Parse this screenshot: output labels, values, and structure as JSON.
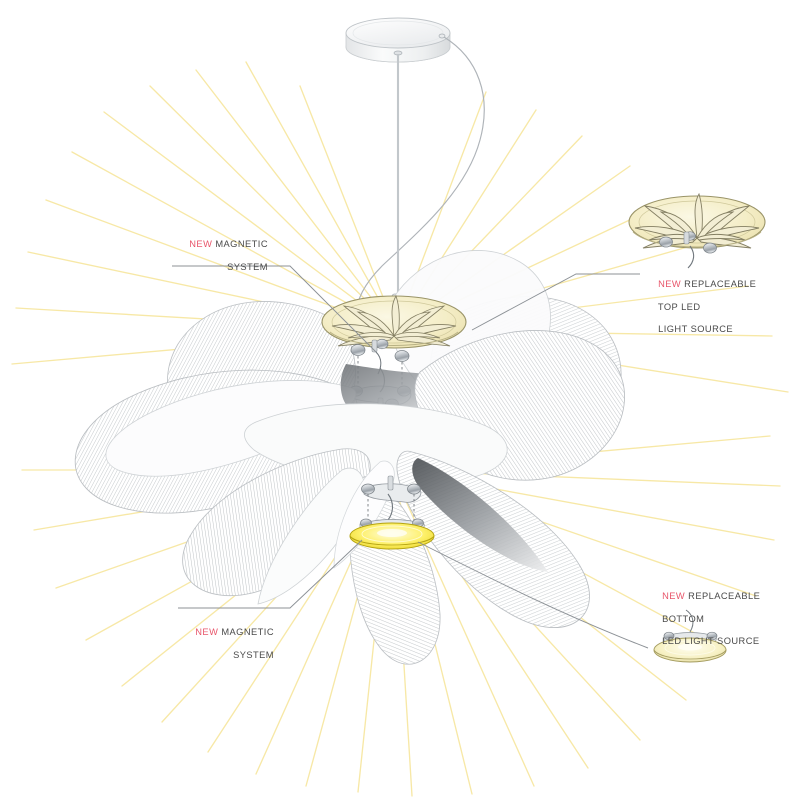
{
  "illustration": {
    "subject": "pendant-lamp-technical-diagram",
    "background": "#ffffff",
    "colors": {
      "new_tag": "#E8566B",
      "label_text": "#4a4a4a",
      "leader_line": "#8c8c8c",
      "light_ray": "#F7E9A0",
      "led_yellow": "#FBE94A",
      "dish_cream": "#F6F0CF",
      "chrome": "#C9CDD2",
      "petal_line": "#BFC3C6"
    }
  },
  "callouts": [
    {
      "id": "magnetic-system-top",
      "new": "NEW",
      "line1": " MAGNETIC",
      "line2": "SYSTEM",
      "position": "upper-left"
    },
    {
      "id": "replaceable-top-led",
      "new": "NEW",
      "line1": " REPLACEABLE",
      "line2": "TOP LED",
      "line3": "LIGHT SOURCE",
      "position": "upper-right"
    },
    {
      "id": "magnetic-system-bottom",
      "new": "NEW",
      "line1": " MAGNETIC",
      "line2": "SYSTEM",
      "position": "lower-left"
    },
    {
      "id": "replaceable-bottom-led",
      "new": "NEW",
      "line1": " REPLACEABLE",
      "line2": "BOTTOM",
      "line3": "LED LIGHT SOURCE",
      "position": "lower-right"
    }
  ],
  "parts": {
    "ceiling_canopy": "ceiling-canopy",
    "suspension_cable": "suspension-cable",
    "power_cord": "power-cord",
    "top_led_dish": "top-led-dish",
    "bottom_led_module": "bottom-led-module",
    "magnet_bracket_upper": "magnet-bracket-upper",
    "magnet_bracket_lower": "magnet-bracket-lower",
    "petal_shades": "petal-shades",
    "detail_top_led": "detail-callout-top-led",
    "detail_bottom_led": "detail-callout-bottom-led"
  }
}
